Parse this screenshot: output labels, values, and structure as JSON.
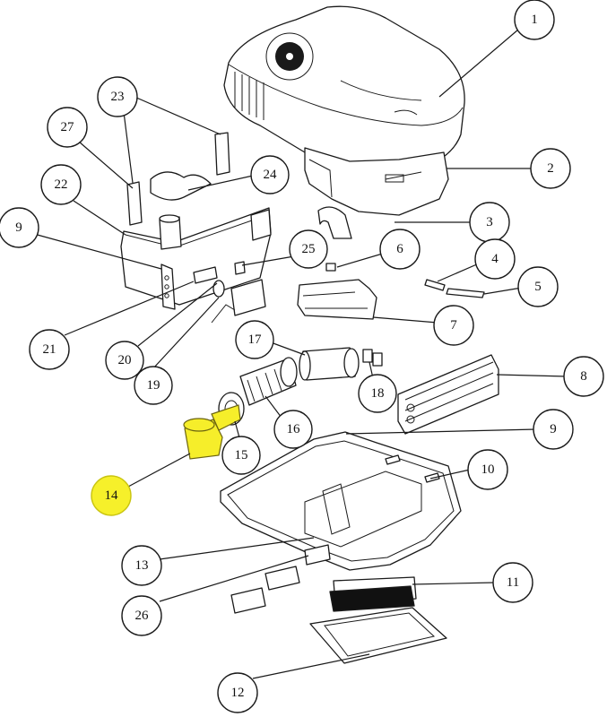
{
  "callouts": [
    {
      "id": "1",
      "label": "1",
      "highlight": false
    },
    {
      "id": "2",
      "label": "2",
      "highlight": false
    },
    {
      "id": "3",
      "label": "3",
      "highlight": false
    },
    {
      "id": "4",
      "label": "4",
      "highlight": false
    },
    {
      "id": "5",
      "label": "5",
      "highlight": false
    },
    {
      "id": "6",
      "label": "6",
      "highlight": false
    },
    {
      "id": "7",
      "label": "7",
      "highlight": false
    },
    {
      "id": "8",
      "label": "8",
      "highlight": false
    },
    {
      "id": "9a",
      "label": "9",
      "highlight": false
    },
    {
      "id": "9b",
      "label": "9",
      "highlight": false
    },
    {
      "id": "10",
      "label": "10",
      "highlight": false
    },
    {
      "id": "11",
      "label": "11",
      "highlight": false
    },
    {
      "id": "12",
      "label": "12",
      "highlight": false
    },
    {
      "id": "13",
      "label": "13",
      "highlight": false
    },
    {
      "id": "14",
      "label": "14",
      "highlight": true
    },
    {
      "id": "15",
      "label": "15",
      "highlight": false
    },
    {
      "id": "16",
      "label": "16",
      "highlight": false
    },
    {
      "id": "17",
      "label": "17",
      "highlight": false
    },
    {
      "id": "18",
      "label": "18",
      "highlight": false
    },
    {
      "id": "19",
      "label": "19",
      "highlight": false
    },
    {
      "id": "20",
      "label": "20",
      "highlight": false
    },
    {
      "id": "21",
      "label": "21",
      "highlight": false
    },
    {
      "id": "22",
      "label": "22",
      "highlight": false
    },
    {
      "id": "23",
      "label": "23",
      "highlight": false
    },
    {
      "id": "24",
      "label": "24",
      "highlight": false
    },
    {
      "id": "25",
      "label": "25",
      "highlight": false
    },
    {
      "id": "26",
      "label": "26",
      "highlight": false
    },
    {
      "id": "27",
      "label": "27",
      "highlight": false
    }
  ],
  "colors": {
    "highlight": "#f6f02a",
    "line": "#1a1a1a",
    "background": "#ffffff"
  }
}
